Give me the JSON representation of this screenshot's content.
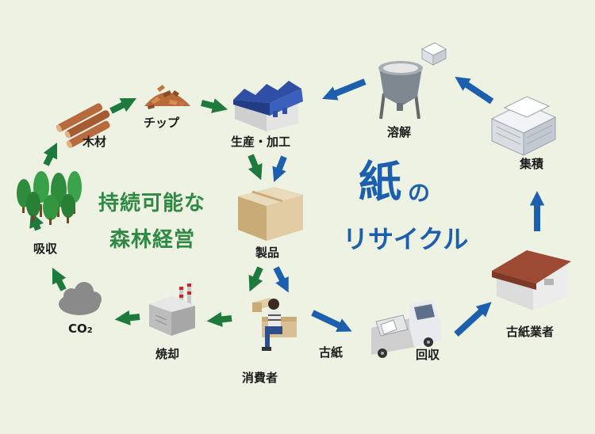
{
  "title": {
    "kanji": "紙",
    "particle": "の",
    "line2": "リサイクル"
  },
  "subtitle": {
    "line1": "持続可能な",
    "line2": "森林経営"
  },
  "labels": {
    "lumber": "木材",
    "chips": "チップ",
    "production": "生産・加工",
    "dissolve": "溶解",
    "collect_pile": "集積",
    "products": "製品",
    "absorb": "吸収",
    "co2_main": "CO",
    "co2_sub": "2",
    "incinerate": "焼却",
    "consumer": "消費者",
    "old_paper": "古紙",
    "recovery": "回収",
    "dealer": "古紙業者"
  },
  "colors": {
    "background": "#eef2e3",
    "green_arrow": "#1e7a3c",
    "blue_arrow": "#1b5fae",
    "green_text": "#2e8a42",
    "blue_text": "#1b5fae"
  }
}
